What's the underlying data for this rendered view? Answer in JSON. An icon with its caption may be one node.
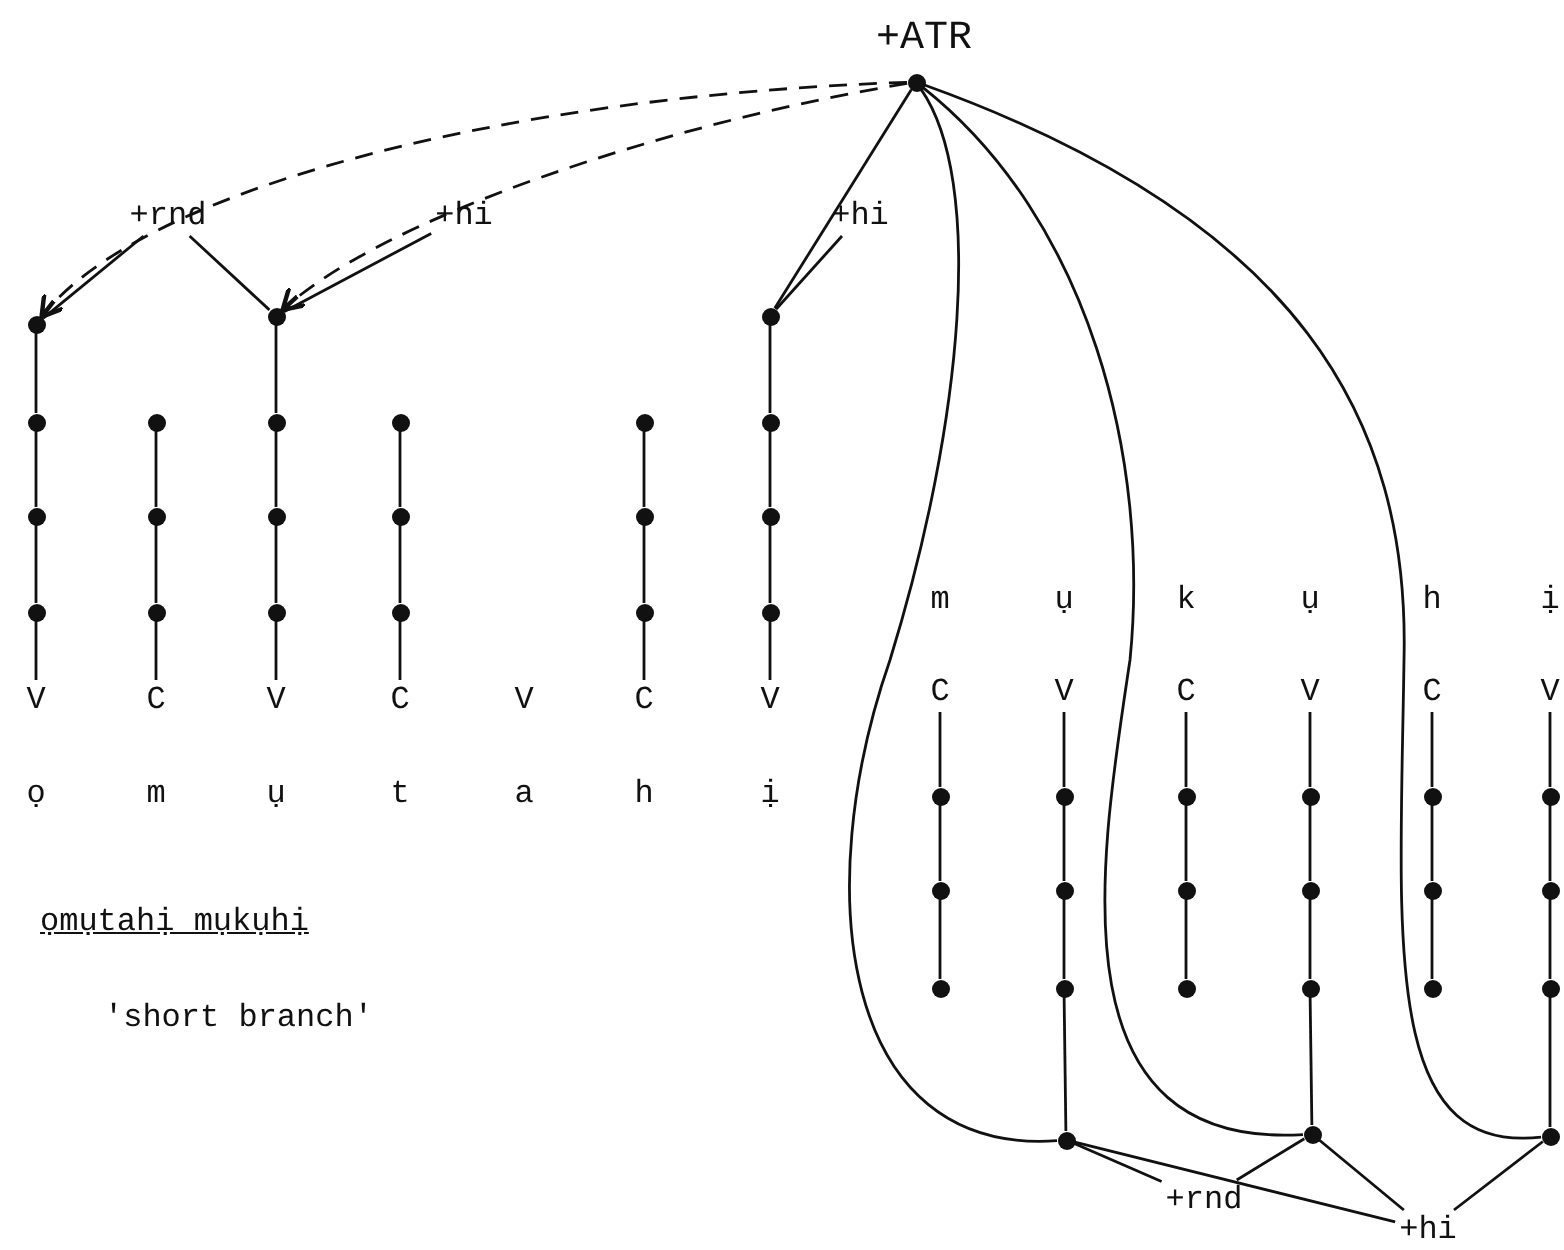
{
  "diagram": {
    "nodes": [
      {
        "text": [
          "+ATR"
        ]
      },
      {
        "text": [],
        "shape": "circle"
      },
      {
        "text": [
          "+rnd"
        ]
      },
      {
        "text": [
          "+hi"
        ]
      },
      {
        "text": [
          "+hi"
        ]
      },
      {
        "text": [],
        "shape": "circle"
      },
      {
        "text": [],
        "shape": "circle"
      },
      {
        "text": [],
        "shape": "circle"
      },
      {
        "text": [],
        "shape": "circle"
      },
      {
        "text": [],
        "shape": "circle"
      },
      {
        "text": [],
        "shape": "circle"
      },
      {
        "text": [],
        "shape": "circle"
      },
      {
        "text": [],
        "shape": "circle"
      },
      {
        "text": [],
        "shape": "circle"
      },
      {
        "text": [],
        "shape": "circle"
      },
      {
        "text": [],
        "shape": "circle"
      },
      {
        "text": [],
        "shape": "circle"
      },
      {
        "text": [],
        "shape": "circle"
      },
      {
        "text": [],
        "shape": "circle"
      },
      {
        "text": [],
        "shape": "circle"
      },
      {
        "text": [],
        "shape": "circle"
      },
      {
        "text": [],
        "shape": "circle"
      },
      {
        "text": [],
        "shape": "circle"
      },
      {
        "text": [],
        "shape": "circle"
      },
      {
        "text": [],
        "shape": "circle"
      },
      {
        "text": [],
        "shape": "circle"
      },
      {
        "text": [
          "V"
        ]
      },
      {
        "text": [
          "C"
        ]
      },
      {
        "text": [
          "V"
        ]
      },
      {
        "text": [
          "C"
        ]
      },
      {
        "text": [
          "V"
        ]
      },
      {
        "text": [
          "C"
        ]
      },
      {
        "text": [
          "V"
        ]
      },
      {
        "text": [
          "C"
        ]
      },
      {
        "text": [
          "V"
        ]
      },
      {
        "text": [
          "C"
        ]
      },
      {
        "text": [
          "V"
        ]
      },
      {
        "text": [
          "C"
        ]
      },
      {
        "text": [
          "V"
        ]
      },
      {
        "text": [],
        "shape": "circle"
      },
      {
        "text": [],
        "shape": "circle"
      },
      {
        "text": [],
        "shape": "circle"
      },
      {
        "text": [],
        "shape": "circle"
      },
      {
        "text": [],
        "shape": "circle"
      },
      {
        "text": [],
        "shape": "circle"
      },
      {
        "text": [],
        "shape": "circle"
      },
      {
        "text": [],
        "shape": "circle"
      },
      {
        "text": [],
        "shape": "circle"
      },
      {
        "text": [],
        "shape": "circle"
      },
      {
        "text": [],
        "shape": "circle"
      },
      {
        "text": [],
        "shape": "circle"
      },
      {
        "text": [],
        "shape": "circle"
      },
      {
        "text": [],
        "shape": "circle"
      },
      {
        "text": [],
        "shape": "circle"
      },
      {
        "text": [],
        "shape": "circle"
      },
      {
        "text": [],
        "shape": "circle"
      },
      {
        "text": [],
        "shape": "circle"
      },
      {
        "text": [],
        "shape": "circle"
      },
      {
        "text": [],
        "shape": "circle"
      },
      {
        "text": [],
        "shape": "circle"
      },
      {
        "text": [
          "+rnd"
        ]
      },
      {
        "text": [
          "+hi"
        ]
      }
    ],
    "edges": [
      {
        "from": 1,
        "to": 5,
        "arrow": "to",
        "style": "dashed"
      },
      {
        "from": 1,
        "to": 6,
        "arrow": "to",
        "style": "dashed"
      },
      {
        "from": 2,
        "to": 5,
        "arrow": "none"
      },
      {
        "from": 2,
        "to": 6,
        "arrow": "none"
      },
      {
        "from": 3,
        "to": 6,
        "arrow": "none"
      },
      {
        "from": 1,
        "to": 7,
        "arrow": "none"
      },
      {
        "from": 4,
        "to": 7,
        "arrow": "none"
      },
      {
        "from": 1,
        "to": 57,
        "arrow": "none"
      },
      {
        "from": 1,
        "to": 58,
        "arrow": "none"
      },
      {
        "from": 1,
        "to": 59,
        "arrow": "none"
      },
      {
        "from": 5,
        "to": 8,
        "arrow": "none"
      },
      {
        "from": 8,
        "to": 14,
        "arrow": "none"
      },
      {
        "from": 14,
        "to": 20,
        "arrow": "none"
      },
      {
        "from": 20,
        "to": 26,
        "arrow": "none"
      },
      {
        "from": 9,
        "to": 15,
        "arrow": "none"
      },
      {
        "from": 15,
        "to": 21,
        "arrow": "none"
      },
      {
        "from": 21,
        "to": 27,
        "arrow": "none"
      },
      {
        "from": 6,
        "to": 10,
        "arrow": "none"
      },
      {
        "from": 10,
        "to": 16,
        "arrow": "none"
      },
      {
        "from": 16,
        "to": 22,
        "arrow": "none"
      },
      {
        "from": 22,
        "to": 28,
        "arrow": "none"
      },
      {
        "from": 11,
        "to": 17,
        "arrow": "none"
      },
      {
        "from": 17,
        "to": 23,
        "arrow": "none"
      },
      {
        "from": 23,
        "to": 29,
        "arrow": "none"
      },
      {
        "from": 12,
        "to": 18,
        "arrow": "none"
      },
      {
        "from": 18,
        "to": 24,
        "arrow": "none"
      },
      {
        "from": 24,
        "to": 31,
        "arrow": "none"
      },
      {
        "from": 7,
        "to": 13,
        "arrow": "none"
      },
      {
        "from": 13,
        "to": 19,
        "arrow": "none"
      },
      {
        "from": 19,
        "to": 25,
        "arrow": "none"
      },
      {
        "from": 25,
        "to": 32,
        "arrow": "none"
      },
      {
        "from": 33,
        "to": 39,
        "arrow": "none"
      },
      {
        "from": 39,
        "to": 45,
        "arrow": "none"
      },
      {
        "from": 45,
        "to": 51,
        "arrow": "none"
      },
      {
        "from": 34,
        "to": 40,
        "arrow": "none"
      },
      {
        "from": 40,
        "to": 46,
        "arrow": "none"
      },
      {
        "from": 46,
        "to": 52,
        "arrow": "none"
      },
      {
        "from": 52,
        "to": 57,
        "arrow": "none"
      },
      {
        "from": 35,
        "to": 41,
        "arrow": "none"
      },
      {
        "from": 41,
        "to": 47,
        "arrow": "none"
      },
      {
        "from": 47,
        "to": 53,
        "arrow": "none"
      },
      {
        "from": 36,
        "to": 42,
        "arrow": "none"
      },
      {
        "from": 42,
        "to": 48,
        "arrow": "none"
      },
      {
        "from": 48,
        "to": 54,
        "arrow": "none"
      },
      {
        "from": 54,
        "to": 58,
        "arrow": "none"
      },
      {
        "from": 37,
        "to": 43,
        "arrow": "none"
      },
      {
        "from": 43,
        "to": 49,
        "arrow": "none"
      },
      {
        "from": 49,
        "to": 55,
        "arrow": "none"
      },
      {
        "from": 38,
        "to": 44,
        "arrow": "none"
      },
      {
        "from": 44,
        "to": 50,
        "arrow": "none"
      },
      {
        "from": 50,
        "to": 56,
        "arrow": "none"
      },
      {
        "from": 56,
        "to": 59,
        "arrow": "none"
      },
      {
        "from": 57,
        "to": 60,
        "arrow": "none"
      },
      {
        "from": 58,
        "to": 60,
        "arrow": "none"
      },
      {
        "from": 57,
        "to": 61,
        "arrow": "none"
      },
      {
        "from": 58,
        "to": 61,
        "arrow": "none"
      },
      {
        "from": 59,
        "to": 61,
        "arrow": "none"
      }
    ],
    "labels": [
      "ọ",
      "m",
      "ụ",
      "t",
      "a",
      "h",
      "ị",
      "m",
      "ụ",
      "k",
      "ụ",
      "h",
      "ị",
      "ọmụtahị mụkụhị",
      "'short branch'"
    ]
  }
}
